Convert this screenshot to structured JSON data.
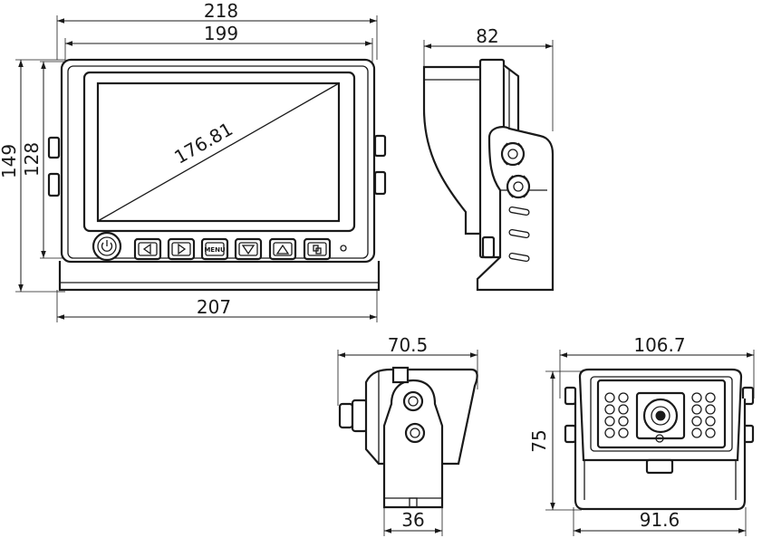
{
  "front": {
    "width_outer": "218",
    "width_inner": "199",
    "width_bottom": "207",
    "height_outer": "149",
    "height_inner": "128",
    "diagonal": "176.81",
    "menu_label": "MENU"
  },
  "side": {
    "depth": "82"
  },
  "camera_side": {
    "depth": "70.5",
    "base": "36"
  },
  "camera_front": {
    "width_top": "106.7",
    "height": "75",
    "width_bottom": "91.6"
  }
}
